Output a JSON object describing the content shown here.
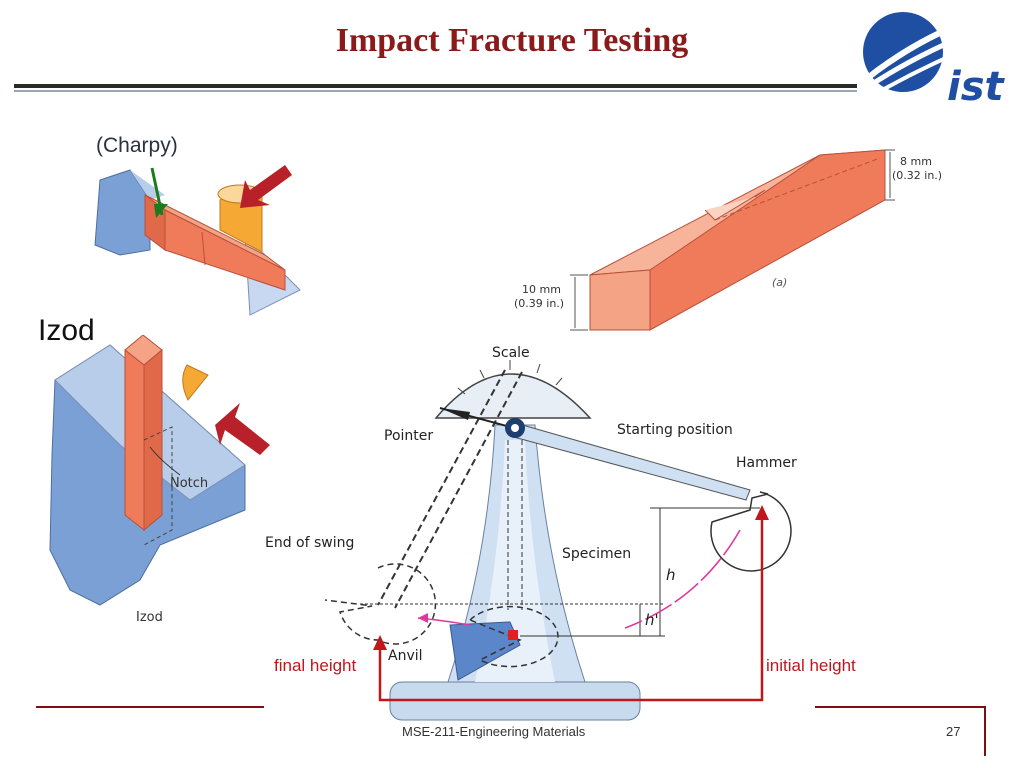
{
  "slide": {
    "title": "Impact Fracture Testing",
    "footer": "MSE-211-Engineering Materials",
    "page_number": "27"
  },
  "logo": {
    "text": "ist",
    "icon": "globe-swoosh-logo"
  },
  "charpy": {
    "label": "(Charpy)"
  },
  "izod": {
    "heading": "Izod",
    "notch_label": "Notch",
    "caption": "Izod"
  },
  "specimen": {
    "dim_top_line1": "8 mm",
    "dim_top_line2": "(0.32 in.)",
    "dim_side_line1": "10 mm",
    "dim_side_line2": "(0.39 in.)",
    "panel_label": "(a)"
  },
  "pendulum": {
    "scale": "Scale",
    "pointer": "Pointer",
    "starting_position": "Starting position",
    "hammer": "Hammer",
    "end_of_swing": "End of swing",
    "specimen": "Specimen",
    "anvil": "Anvil",
    "h": "h",
    "h_prime": "h'"
  },
  "annotations": {
    "final_height": "final height",
    "initial_height": "initial height"
  },
  "colors": {
    "title": "#8b1a1a",
    "accent_red": "#c0171b",
    "specimen": "#f07b5a",
    "base_blue": "#7aa0d6",
    "arrow_green": "#1d7a1d",
    "swing_arc": "#e0389a"
  }
}
